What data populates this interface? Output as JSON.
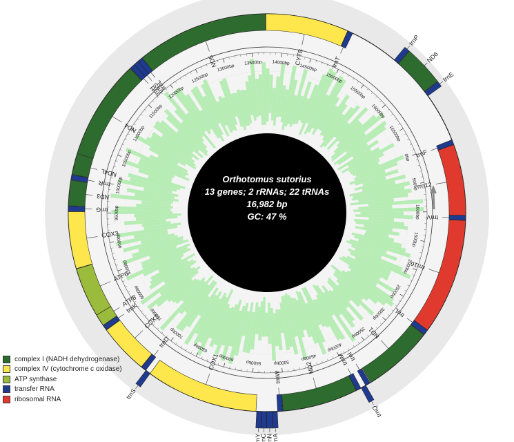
{
  "title": {
    "species": "Orthotomus sutorius",
    "genes_line": "13 genes; 2 rRNAs; 22 tRNAs",
    "length_line": "16,982 bp",
    "gc_line": "GC: 47 %"
  },
  "genome_length": 16982,
  "colors": {
    "complex1": "#2e6b2e",
    "complex4": "#fde74c",
    "atp": "#9bbb3c",
    "trna": "#1f3b8f",
    "rrna": "#e03a2f",
    "gc": "#b7ecb5",
    "center": "#000000"
  },
  "legend": [
    {
      "label": "complex I (NADH dehydrogenase)",
      "color": "#2e6b2e"
    },
    {
      "label": "complex IV (cytochrome c oxidase)",
      "color": "#fde74c"
    },
    {
      "label": "ATP synthase",
      "color": "#9bbb3c"
    },
    {
      "label": "transfer RNA",
      "color": "#1f3b8f"
    },
    {
      "label": "ribosomal RNA",
      "color": "#e03a2f"
    }
  ],
  "ticks": [
    "0bp",
    "500bp",
    "1000bp",
    "1500bp",
    "2000bp",
    "2500bp",
    "3000bp",
    "3500bp",
    "4000bp",
    "4500bp",
    "5000bp",
    "5500bp",
    "6000bp",
    "6500bp",
    "7000bp",
    "7500bp",
    "8000bp",
    "8500bp",
    "9000bp",
    "9500bp",
    "10000bp",
    "10500bp",
    "11000bp",
    "11500bp",
    "12000bp",
    "12500bp",
    "13000bp",
    "13500bp",
    "14000bp",
    "14500bp",
    "15000bp",
    "15500bp",
    "16000bp",
    "16500bp"
  ],
  "features": [
    {
      "name": "trnF",
      "start": 0,
      "end": 70,
      "strand": "+",
      "type": "trna"
    },
    {
      "name": "rrn12",
      "start": 70,
      "end": 1050,
      "strand": "+",
      "type": "rrna"
    },
    {
      "name": "trnV",
      "start": 1050,
      "end": 1120,
      "strand": "+",
      "type": "trna"
    },
    {
      "name": "rrn16",
      "start": 1120,
      "end": 2720,
      "strand": "+",
      "type": "rrna"
    },
    {
      "name": "trnL",
      "start": 2720,
      "end": 2795,
      "strand": "+",
      "type": "trna"
    },
    {
      "name": "ND1",
      "start": 2800,
      "end": 3775,
      "strand": "+",
      "type": "complex1"
    },
    {
      "name": "trnI",
      "start": 3785,
      "end": 3855,
      "strand": "+",
      "type": "trna"
    },
    {
      "name": "trnQ",
      "start": 3855,
      "end": 3925,
      "strand": "-",
      "type": "trna"
    },
    {
      "name": "trnM",
      "start": 3930,
      "end": 3998,
      "strand": "+",
      "type": "trna"
    },
    {
      "name": "ND2",
      "start": 4000,
      "end": 5040,
      "strand": "+",
      "type": "complex1"
    },
    {
      "name": "trnW",
      "start": 5045,
      "end": 5115,
      "strand": "+",
      "type": "trna"
    },
    {
      "name": "trnA",
      "start": 5120,
      "end": 5188,
      "strand": "-",
      "type": "trna"
    },
    {
      "name": "trnN",
      "start": 5190,
      "end": 5262,
      "strand": "-",
      "type": "trna"
    },
    {
      "name": "trnC",
      "start": 5265,
      "end": 5330,
      "strand": "-",
      "type": "trna"
    },
    {
      "name": "trnY",
      "start": 5332,
      "end": 5400,
      "strand": "-",
      "type": "trna"
    },
    {
      "name": "COX1",
      "start": 5410,
      "end": 6960,
      "strand": "+",
      "type": "complex4"
    },
    {
      "name": "trnS",
      "start": 6960,
      "end": 7030,
      "strand": "-",
      "type": "trna"
    },
    {
      "name": "trnD",
      "start": 7035,
      "end": 7105,
      "strand": "+",
      "type": "trna"
    },
    {
      "name": "COX2",
      "start": 7110,
      "end": 7800,
      "strand": "+",
      "type": "complex4"
    },
    {
      "name": "trnK",
      "start": 7805,
      "end": 7875,
      "strand": "+",
      "type": "trna"
    },
    {
      "name": "ATP8",
      "start": 7880,
      "end": 8045,
      "strand": "+",
      "type": "atp"
    },
    {
      "name": "ATP6",
      "start": 8045,
      "end": 8730,
      "strand": "+",
      "type": "atp"
    },
    {
      "name": "COX3",
      "start": 8735,
      "end": 9520,
      "strand": "+",
      "type": "complex4"
    },
    {
      "name": "trnG",
      "start": 9525,
      "end": 9595,
      "strand": "+",
      "type": "trna"
    },
    {
      "name": "ND3",
      "start": 9600,
      "end": 9950,
      "strand": "+",
      "type": "complex1"
    },
    {
      "name": "trnR",
      "start": 9955,
      "end": 10025,
      "strand": "+",
      "type": "trna"
    },
    {
      "name": "ND4L",
      "start": 10030,
      "end": 10325,
      "strand": "+",
      "type": "complex1"
    },
    {
      "name": "ND4",
      "start": 10320,
      "end": 11700,
      "strand": "+",
      "type": "complex1"
    },
    {
      "name": "trnH",
      "start": 11705,
      "end": 11775,
      "strand": "+",
      "type": "trna"
    },
    {
      "name": "trnS",
      "start": 11775,
      "end": 11845,
      "strand": "+",
      "type": "trna"
    },
    {
      "name": "trnL",
      "start": 11845,
      "end": 11915,
      "strand": "+",
      "type": "trna"
    },
    {
      "name": "ND5",
      "start": 11915,
      "end": 13730,
      "strand": "+",
      "type": "complex1"
    },
    {
      "name": "CYTB",
      "start": 13735,
      "end": 14880,
      "strand": "+",
      "type": "complex4"
    },
    {
      "name": "trnT",
      "start": 14885,
      "end": 14955,
      "strand": "+",
      "type": "trna"
    },
    {
      "name": "trnP",
      "start": 15630,
      "end": 15700,
      "strand": "-",
      "type": "trna"
    },
    {
      "name": "ND6",
      "start": 15705,
      "end": 16225,
      "strand": "-",
      "type": "complex1"
    },
    {
      "name": "trnE",
      "start": 16230,
      "end": 16300,
      "strand": "-",
      "type": "trna"
    }
  ]
}
